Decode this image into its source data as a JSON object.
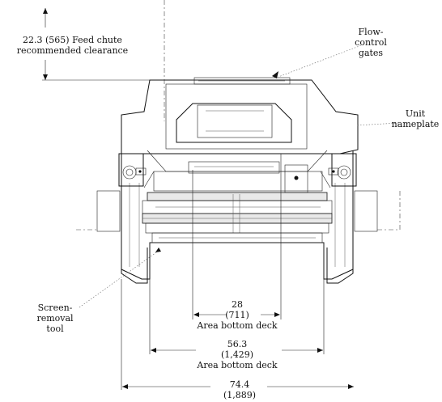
{
  "callouts": {
    "feed_chute_clearance": [
      "22.3 (565) Feed chute",
      "recommended clearance"
    ],
    "flow_control_gates": [
      "Flow-",
      "control",
      "gates"
    ],
    "unit_nameplate": [
      "Unit",
      "nameplate"
    ],
    "screen_removal_tool": [
      "Screen-",
      "removal",
      "tool"
    ]
  },
  "dimensions": {
    "inner_deck": [
      "28",
      "(711)",
      "Area bottom deck"
    ],
    "middle_deck": [
      "56.3",
      "(1,429)",
      "Area bottom deck"
    ],
    "overall": [
      "74.4",
      "(1,889)"
    ]
  }
}
